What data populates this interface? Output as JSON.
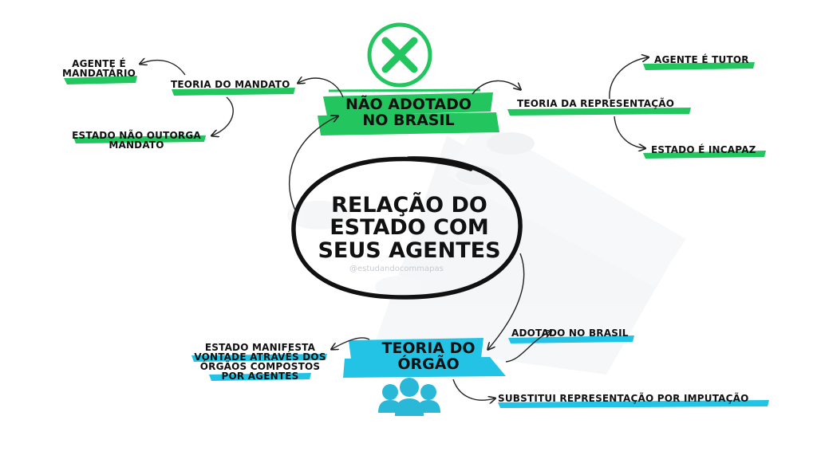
{
  "center": {
    "lines": [
      "RELAÇÃO DO",
      "ESTADO COM",
      "SEUS AGENTES"
    ]
  },
  "watermark": "@estudandocommapas",
  "not_adopted": {
    "lines": [
      "NÃO ADOTADO",
      "NO BRASIL"
    ],
    "icon": "x-circle-icon",
    "icon_color": "#22c55e",
    "highlight_color": "#22c55e"
  },
  "adopted": {
    "lines": [
      "TEORIA DO",
      "ÓRGÃO"
    ],
    "icon": "people-group-icon",
    "icon_color": "#2ab8d9",
    "highlight_color": "#23c3e6"
  },
  "mandate": {
    "label": "TEORIA DO MANDATO",
    "children": [
      {
        "lines": [
          "AGENTE É",
          "MANDATÁRIO"
        ]
      },
      {
        "lines": [
          "ESTADO NÃO OUTORGA",
          "MANDATO"
        ]
      }
    ]
  },
  "representation": {
    "label": "TEORIA DA REPRESENTAÇÃO",
    "children": [
      {
        "label": "AGENTE É TUTOR"
      },
      {
        "label": "ESTADO É INCAPAZ"
      }
    ]
  },
  "organ": {
    "adopted_label": "ADOTADO NO BRASIL",
    "imputation_label": "SUBSTITUI REPRESENTAÇÃO POR IMPUTAÇÃO",
    "will": {
      "lines": [
        "ESTADO MANIFESTA",
        "VONTADE ATRAVÉS DOS",
        "ÓRGÃOS COMPOSTOS",
        "POR AGENTES"
      ]
    }
  }
}
